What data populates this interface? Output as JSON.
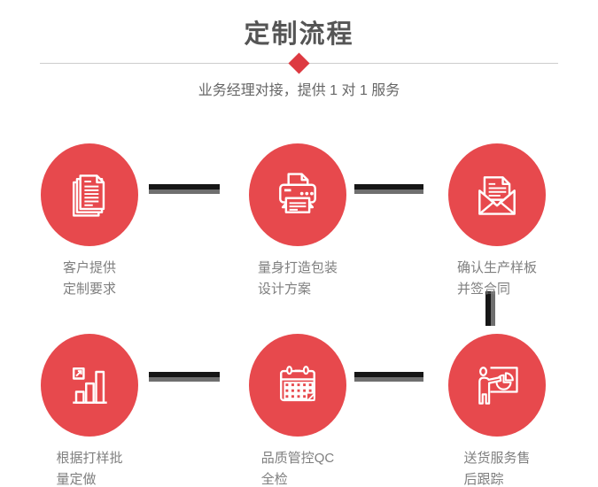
{
  "header": {
    "title": "定制流程",
    "subtitle": "业务经理对接，提供 1 对 1 服务"
  },
  "colors": {
    "accent_red": "#e7494d",
    "diamond_red": "#dd3a41",
    "title_color": "#555555",
    "subtitle_color": "#666666",
    "label_color": "#7f7f7f",
    "connector_dark": "#161616",
    "connector_light": "#6f6f6f",
    "divider_color": "#cccccc"
  },
  "steps": [
    {
      "id": "customer-requirements",
      "icon": "documents-icon",
      "label_line1": "客户提供",
      "label_line2": "定制要求"
    },
    {
      "id": "packaging-design",
      "icon": "printer-icon",
      "label_line1": "量身打造包装",
      "label_line2": "设计方案"
    },
    {
      "id": "sample-contract",
      "icon": "envelope-icon",
      "label_line1": "确认生产样板",
      "label_line2": "并签合同"
    },
    {
      "id": "batch-production",
      "icon": "bar-chart-icon",
      "label_line1": "根据打样批",
      "label_line2": "量定做"
    },
    {
      "id": "qc-inspection",
      "icon": "calendar-icon",
      "label_line1": "品质管控QC",
      "label_line2": "全检"
    },
    {
      "id": "delivery-tracking",
      "icon": "presenter-board-icon",
      "label_line1": "送货服务售",
      "label_line2": "后跟踪"
    }
  ]
}
